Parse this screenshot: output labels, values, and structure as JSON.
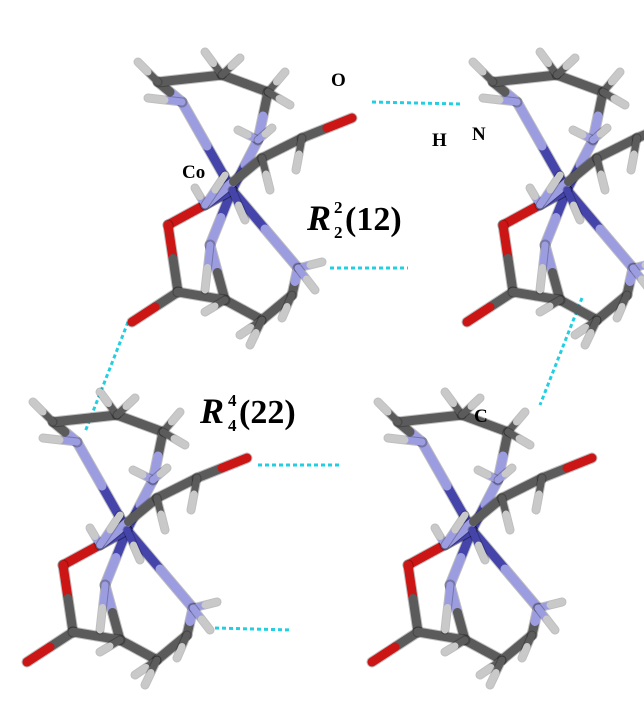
{
  "colors": {
    "background": "#ffffff",
    "carbon": "#5b5b5b",
    "carbon_light": "#8a8a8a",
    "nitrogen": "#9c9ce0",
    "nitrogen_dark": "#4545b8",
    "oxygen": "#cc1515",
    "hydrogen": "#c9c9c9",
    "hydrogen_dark": "#8c8c8c",
    "cobalt": "#4444aa",
    "hbond": "#22cfe0",
    "label": "#000000"
  },
  "atom_labels": {
    "oxygen": "O",
    "hydrogen": "H",
    "nitrogen": "N",
    "cobalt": "Co",
    "carbon": "C"
  },
  "motifs": [
    {
      "letter": "R",
      "superscript": "2",
      "subscript": "2",
      "ring_size": "(12)"
    },
    {
      "letter": "R",
      "superscript": "4",
      "subscript": "4",
      "ring_size": "(22)"
    }
  ]
}
